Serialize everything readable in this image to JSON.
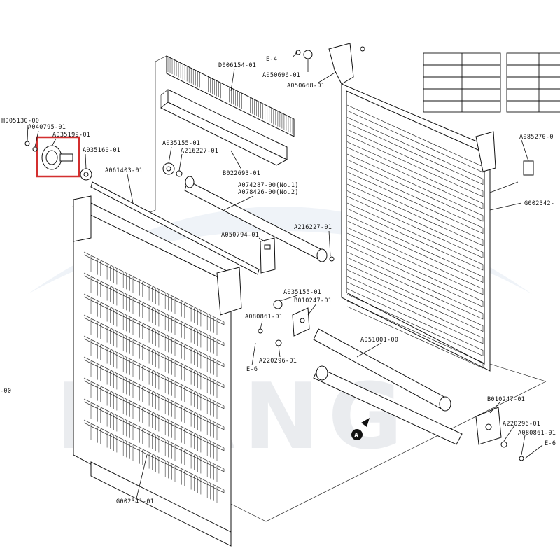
{
  "labels": {
    "h005130": "H005130-00",
    "a040795": "A040795-01",
    "a035199": "A035199-01",
    "a035160": "A035160-01",
    "a061403": "A061403-01",
    "e4": "E-4",
    "a050696": "A050696-01",
    "a050668": "A050668-01",
    "d006154": "D006154-01",
    "a035155_top": "A035155-01",
    "a216227_top": "A216227-01",
    "b022693": "B022693-01",
    "a074287": "A074287-00(No.1)",
    "a078426": "A078426-00(No.2)",
    "a216227_right": "A216227-01",
    "a050794": "A050794-01",
    "a085270": "A085270-0",
    "g002342": "G002342-",
    "a035155_mid": "A035155-01",
    "b010247_mid": "B010247-01",
    "a080861_mid": "A080861-01",
    "a220296_mid": "A220296-01",
    "e6_mid": "E-6",
    "a051001": "A051001-00",
    "b010247_right": "B010247-01",
    "a220296_right": "A220296-01",
    "a080861_right": "A080861-01",
    "e6_right": "E-6",
    "left_cut": "-00",
    "g002341": "G002341-01",
    "marker_a": "A"
  },
  "watermark": {
    "text": "LIANG",
    "color": "#d9dde3"
  },
  "highlight_color": "#d32f2f"
}
